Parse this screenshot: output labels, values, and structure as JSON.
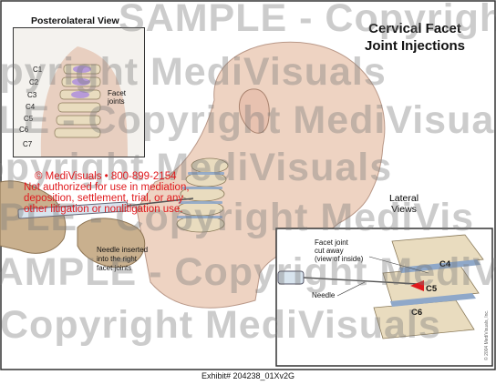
{
  "title_line1": "Cervical Facet",
  "title_line2": "Joint Injections",
  "inset_posterolateral": {
    "heading": "Posterolateral View",
    "levels": [
      "C1",
      "C2",
      "C3",
      "C4",
      "C5",
      "C6",
      "C7"
    ],
    "facet_label_line1": "Facet",
    "facet_label_line2": "joints"
  },
  "lateral_views": {
    "line1": "Lateral",
    "line2": "Views"
  },
  "lateral_inset": {
    "facet_cut_line1": "Facet joint",
    "facet_cut_line2": "cut away",
    "facet_cut_line3": "(view of inside)",
    "needle": "Needle",
    "levels": [
      "C4",
      "C5",
      "C6"
    ],
    "copyright_vertical": "© 2004 MediVisuals, Inc."
  },
  "needle_caption_line1": "Needle inserted",
  "needle_caption_line2": "into the right",
  "needle_caption_line3": "facet joints",
  "notice": {
    "line1": "© MediVisuals • 800-899-2154",
    "line2": "Not authorized for use in mediation,",
    "line3": "deposition, settlement, trial, or any",
    "line4": "other litigation or nonlitigation use."
  },
  "watermarks": [
    "SAMPLE - Copyright MediVisuals",
    "Copyright MediVisuals",
    "SAMPLE - Copyright MediVisuals",
    "SAMPLE - Copyright MediVisuals",
    "SAMPLE - Copyright MediVis",
    "SAMPLE - Copyright MediVisuals",
    "Copyright MediVisuals"
  ],
  "exhibit": "Exhibit# 204238_01Xv2G",
  "colors": {
    "frame": "#333333",
    "notice_red": "#e0181c",
    "skin": "#eed3c2",
    "bone": "#e9dcbf",
    "disc": "#8fa8c9",
    "facet_purple": "#b79ad9"
  }
}
